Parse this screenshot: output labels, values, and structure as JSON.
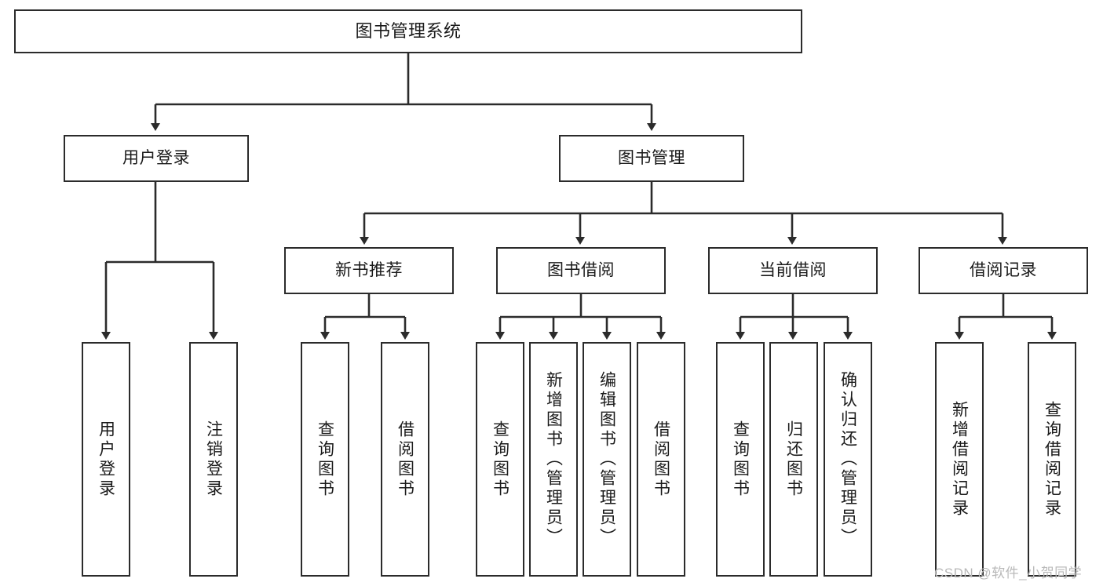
{
  "diagram": {
    "type": "tree-hierarchy",
    "title": "图书管理系统",
    "background_color": "#ffffff",
    "line_color": "#2b2b2b",
    "text_color": "#1a1a1a",
    "levels": 4
  },
  "nodes": {
    "root": {
      "label": "图书管理系统"
    },
    "level2": [
      {
        "label": "用户登录"
      },
      {
        "label": "图书管理"
      }
    ],
    "level3": [
      {
        "label": "新书推荐"
      },
      {
        "label": "图书借阅"
      },
      {
        "label": "当前借阅"
      },
      {
        "label": "借阅记录"
      }
    ],
    "leaves": {
      "user_login": [
        {
          "label": "用户登录"
        },
        {
          "label": "注销登录"
        }
      ],
      "new_book_recommend": [
        {
          "label": "查询图书"
        },
        {
          "label": "借阅图书"
        }
      ],
      "book_borrow": [
        {
          "label": "查询图书"
        },
        {
          "label": "新增图书（管理员）"
        },
        {
          "label": "编辑图书（管理员）"
        },
        {
          "label": "借阅图书"
        }
      ],
      "current_borrow": [
        {
          "label": "查询图书"
        },
        {
          "label": "归还图书"
        },
        {
          "label": "确认归还（管理员）"
        }
      ],
      "borrow_record": [
        {
          "label": "新增借阅记录"
        },
        {
          "label": "查询借阅记录"
        }
      ]
    }
  },
  "watermark": {
    "text": "CSDN @软件_小贺同学",
    "color": "#b9b9b9"
  }
}
